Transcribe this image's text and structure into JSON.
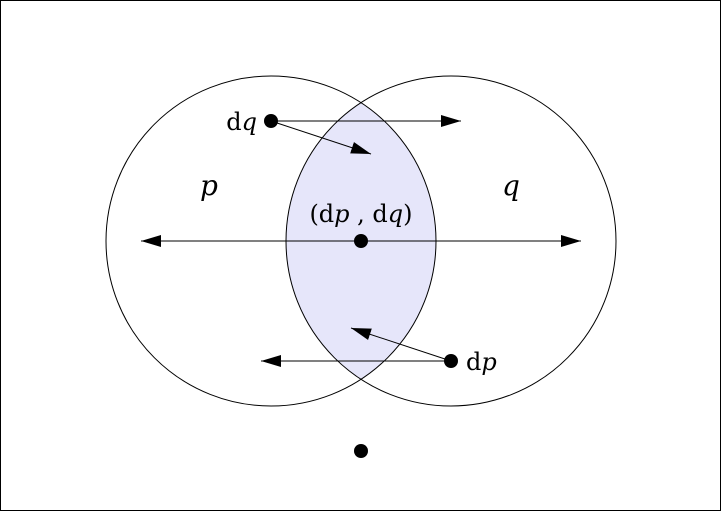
{
  "colors": {
    "overlap_fill": "#e6e6fa",
    "stroke": "#000000"
  },
  "labels": {
    "set_p": "p",
    "set_q": "q",
    "pair_open": "(d",
    "pair_p": "p",
    "pair_mid": " , d",
    "pair_q": "q",
    "pair_close": ")",
    "dq_d": "d",
    "dq_q": "q",
    "dp_d": "d",
    "dp_p": "p"
  }
}
